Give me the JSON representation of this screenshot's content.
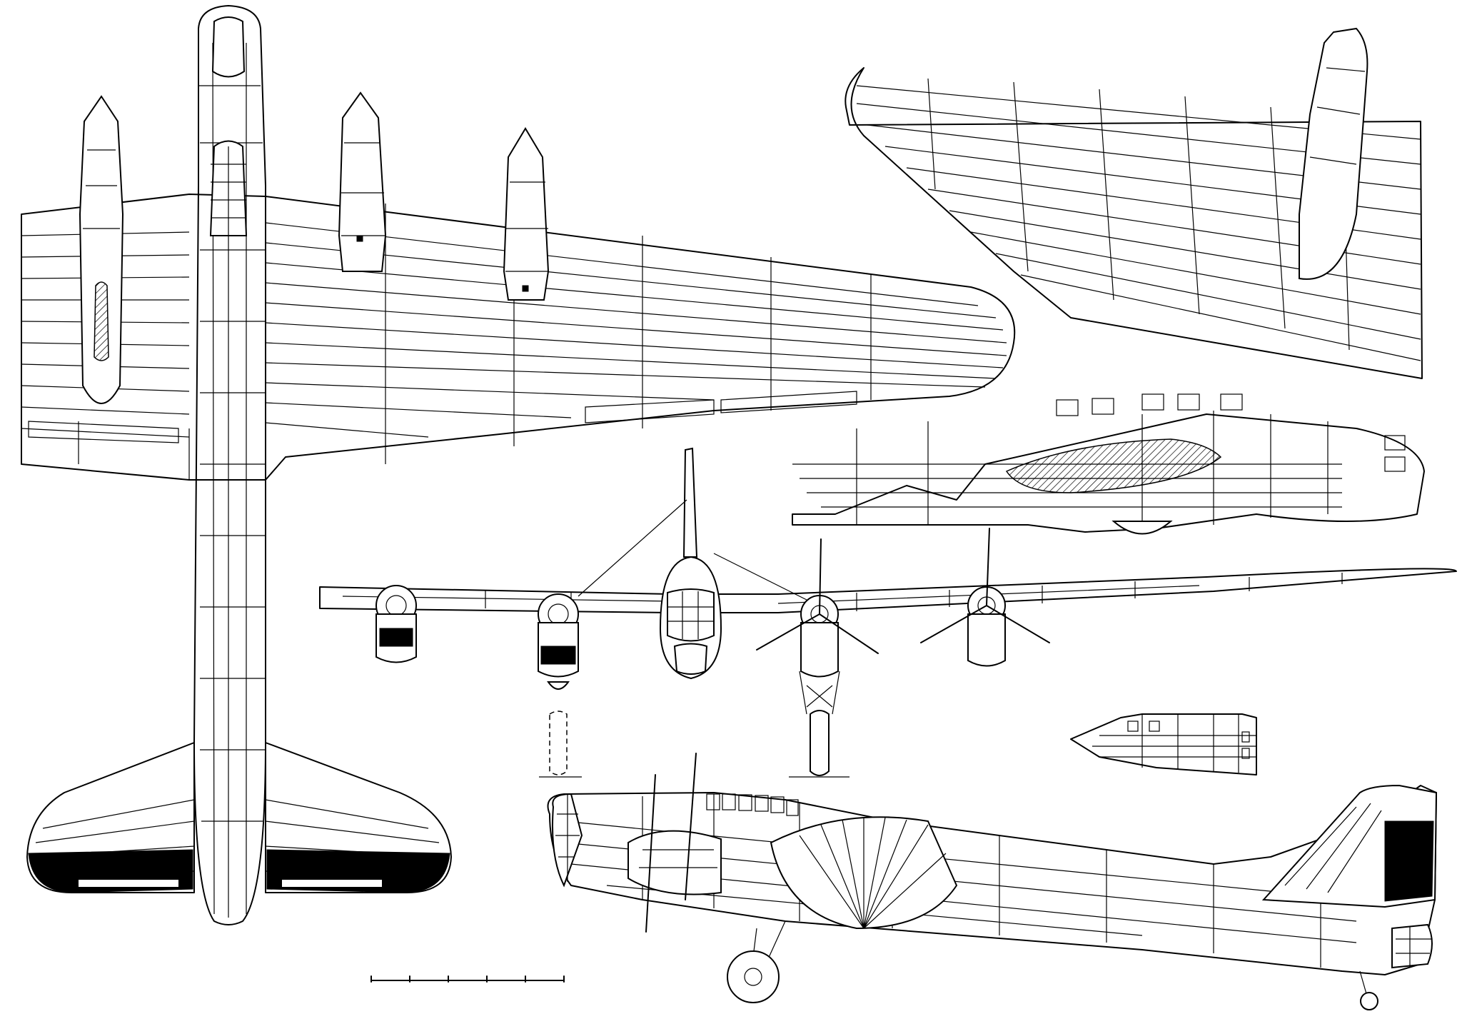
{
  "drawing": {
    "views": [
      {
        "id": "plan-view"
      },
      {
        "id": "underside-wing-view"
      },
      {
        "id": "cockpit-detail"
      },
      {
        "id": "front-view"
      },
      {
        "id": "nose-glazing-detail"
      },
      {
        "id": "side-view"
      }
    ],
    "scale_bar": {
      "divisions": 5
    },
    "colors": {
      "line": "#000000",
      "background": "#ffffff"
    }
  }
}
